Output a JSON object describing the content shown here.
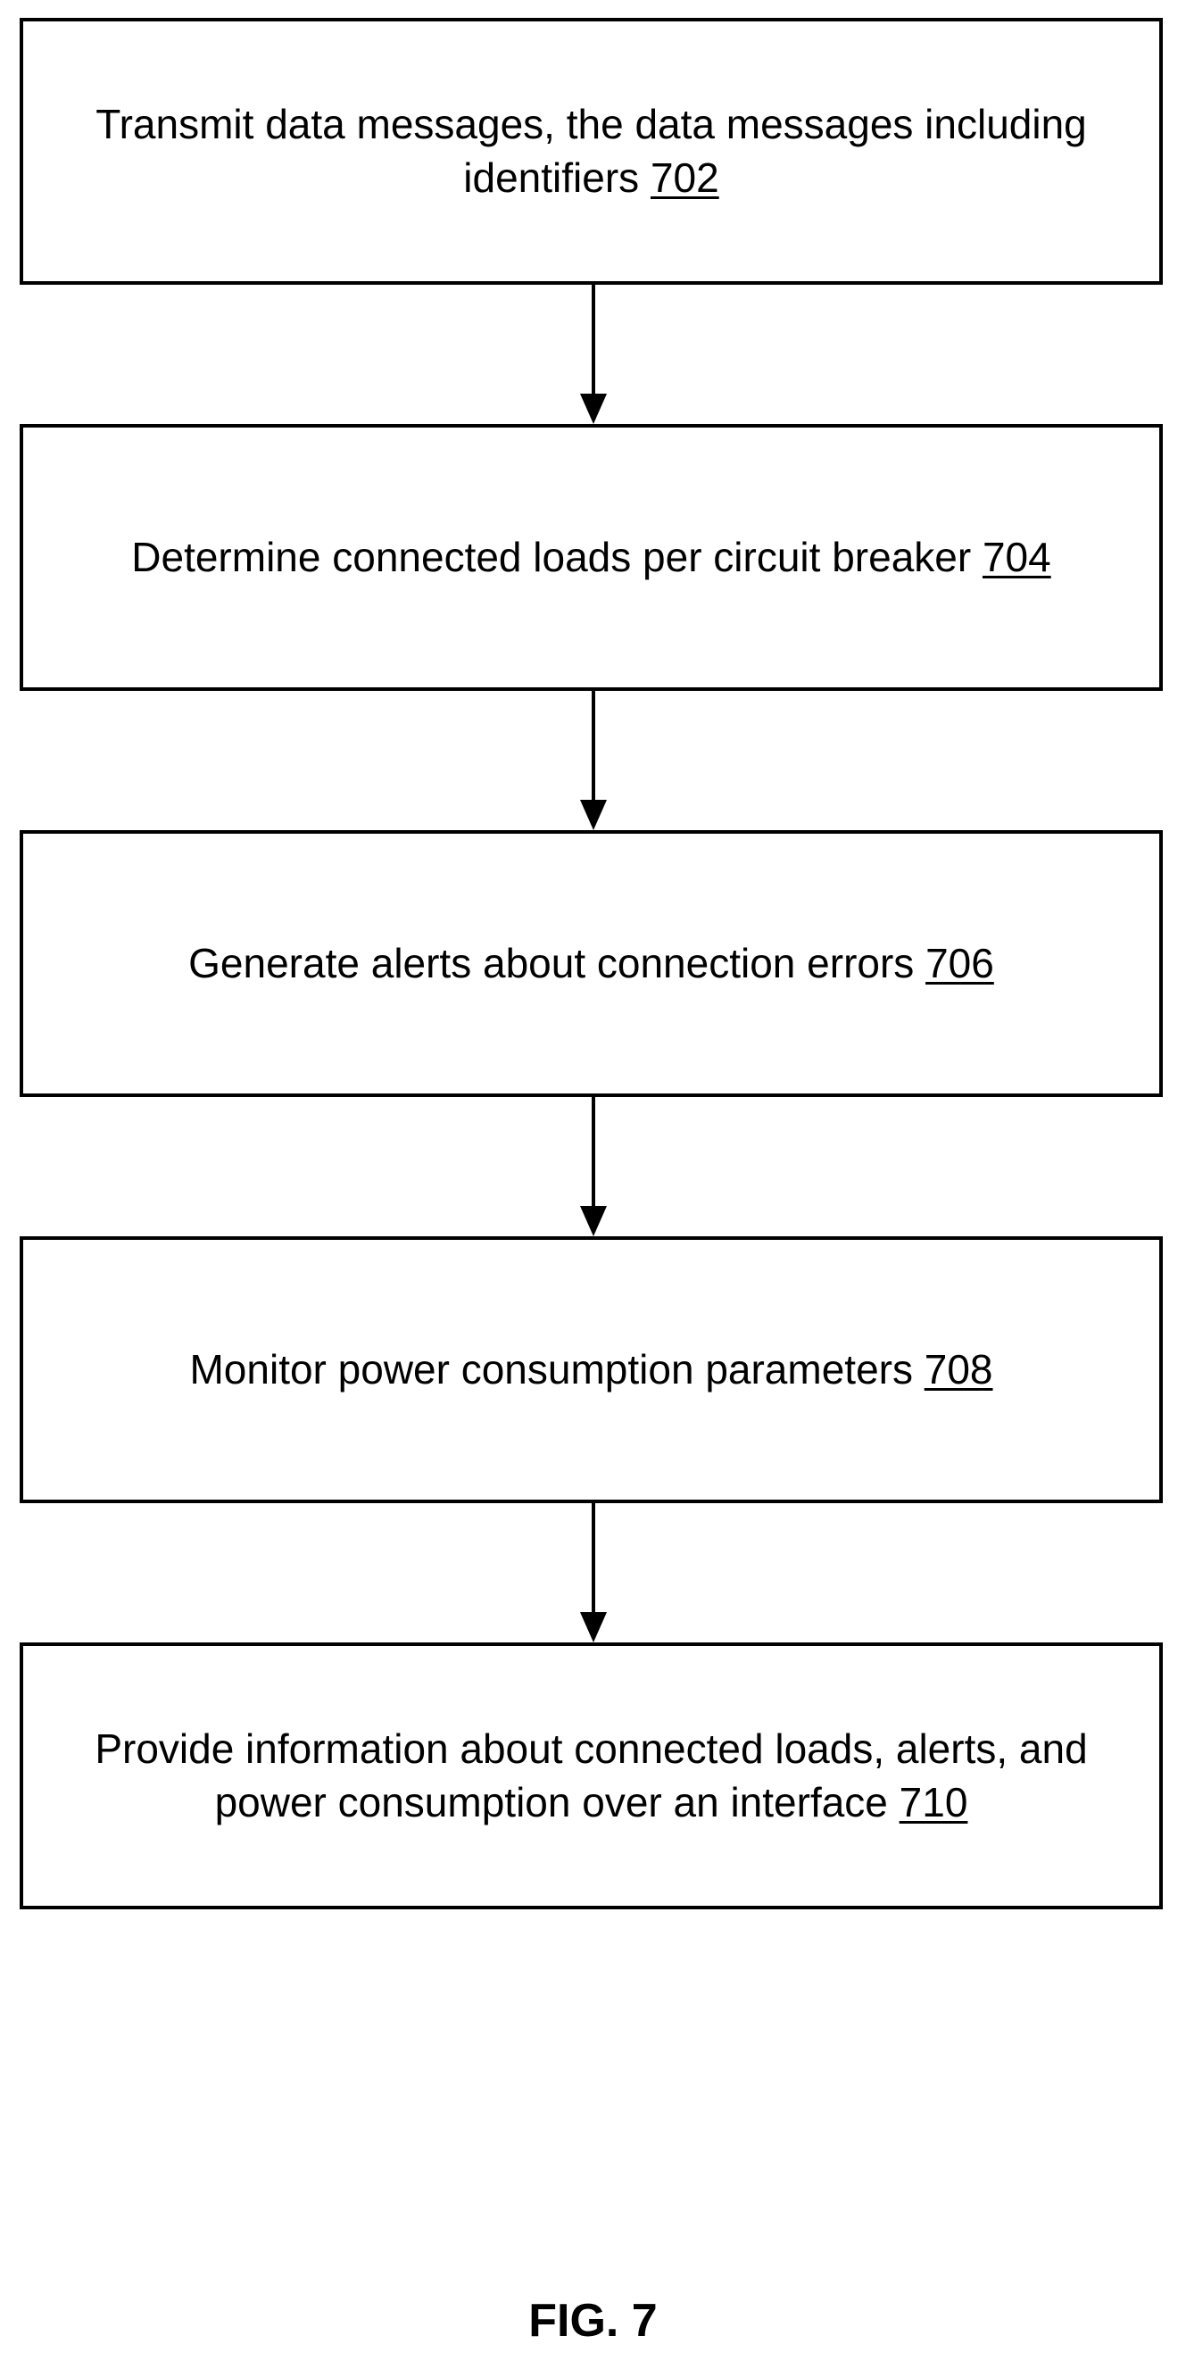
{
  "steps": [
    {
      "text": "Transmit data messages, the data messages including identifiers",
      "ref": "702"
    },
    {
      "text": "Determine connected loads per circuit breaker",
      "ref": "704"
    },
    {
      "text": "Generate alerts about connection errors",
      "ref": "706"
    },
    {
      "text": "Monitor power consumption parameters",
      "ref": "708"
    },
    {
      "text": "Provide information about connected loads, alerts, and power consumption over an interface",
      "ref": "710"
    }
  ],
  "figure_label": "FIG. 7"
}
